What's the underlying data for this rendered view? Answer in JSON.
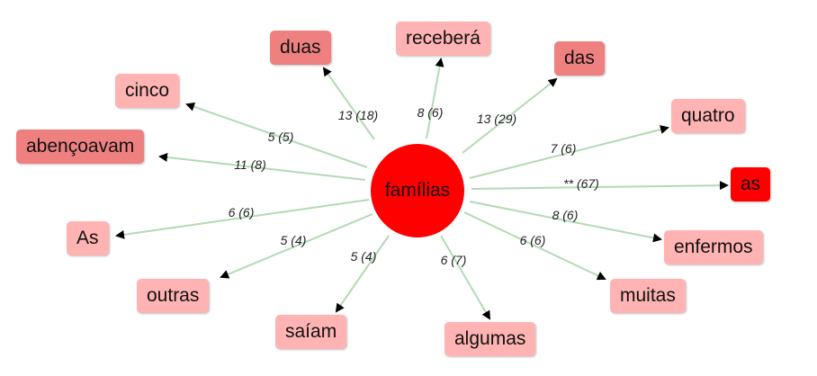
{
  "center": {
    "label": "famílias",
    "color": "#ff0000"
  },
  "colors": {
    "edge": "#b3d9b3",
    "light": "#ffb3b3",
    "medium": "#ee8080",
    "strong": "#ff0000"
  },
  "nodes": [
    {
      "id": "duas",
      "label": "duas",
      "edge_label": "13 (18)",
      "shade": "medium"
    },
    {
      "id": "recebera",
      "label": "receberá",
      "edge_label": "8 (6)",
      "shade": "light"
    },
    {
      "id": "das",
      "label": "das",
      "edge_label": "13 (29)",
      "shade": "medium"
    },
    {
      "id": "cinco",
      "label": "cinco",
      "edge_label": "5 (5)",
      "shade": "light"
    },
    {
      "id": "quatro",
      "label": "quatro",
      "edge_label": "7 (6)",
      "shade": "light"
    },
    {
      "id": "abencoavam",
      "label": "abençoavam",
      "edge_label": "11 (8)",
      "shade": "medium"
    },
    {
      "id": "as-lower",
      "label": "as",
      "edge_label": "** (67)",
      "shade": "strong"
    },
    {
      "id": "as-upper",
      "label": "As",
      "edge_label": "6 (6)",
      "shade": "light"
    },
    {
      "id": "enfermos",
      "label": "enfermos",
      "edge_label": "8 (6)",
      "shade": "light"
    },
    {
      "id": "outras",
      "label": "outras",
      "edge_label": "5 (4)",
      "shade": "light"
    },
    {
      "id": "muitas",
      "label": "muitas",
      "edge_label": "6 (6)",
      "shade": "light"
    },
    {
      "id": "saiam",
      "label": "saíam",
      "edge_label": "5 (4)",
      "shade": "light"
    },
    {
      "id": "algumas",
      "label": "algumas",
      "edge_label": "6 (7)",
      "shade": "light"
    }
  ]
}
